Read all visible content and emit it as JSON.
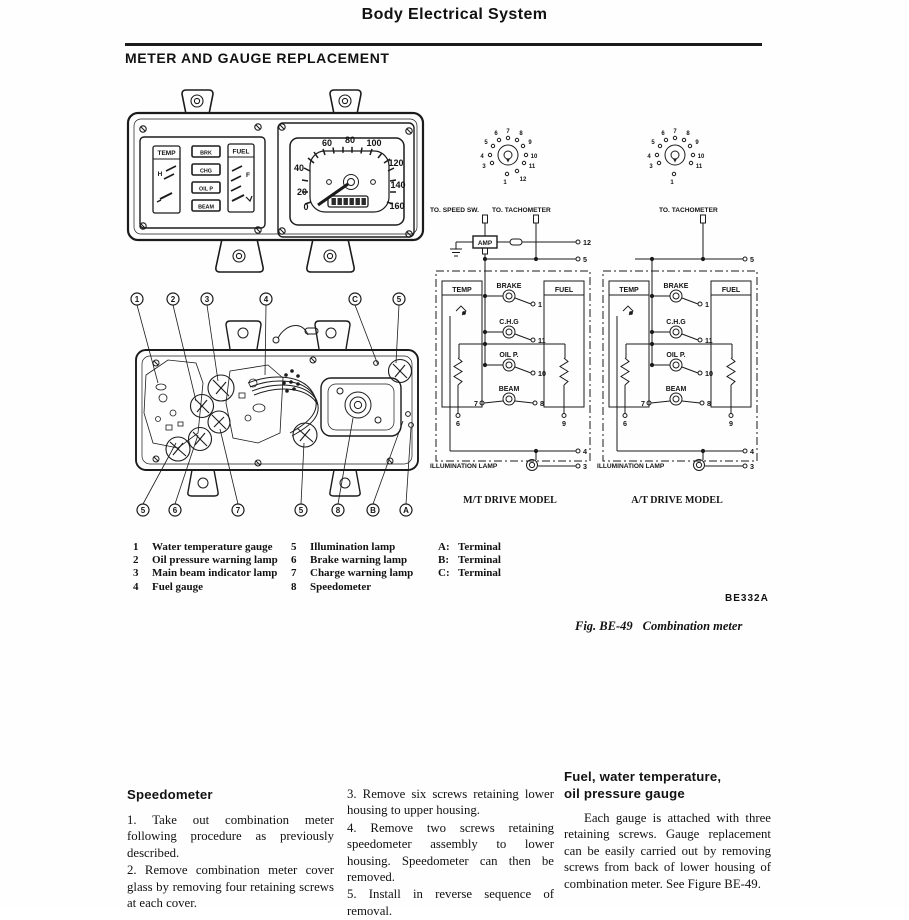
{
  "page": {
    "header_title": "Body Electrical System",
    "section_title": "METER AND GAUGE REPLACEMENT",
    "figure_code": "BE332A",
    "figure_caption_label": "Fig. BE-49",
    "figure_caption_text": "Combination meter"
  },
  "front_view": {
    "temp": "TEMP",
    "temp_h": "H",
    "fuel": "FUEL",
    "fuel_f": "F",
    "warning_lamps": [
      "BRK",
      "CHG",
      "OIL P",
      "BEAM"
    ],
    "speedo_ticks": [
      "0",
      "20",
      "40",
      "60",
      "80",
      "100",
      "120",
      "140",
      "160"
    ]
  },
  "rear_view": {
    "callouts_top": [
      "1",
      "2",
      "3",
      "4",
      "C",
      "5"
    ],
    "callouts_bottom": [
      "5",
      "6",
      "7",
      "5",
      "8",
      "B",
      "A"
    ]
  },
  "wiring": {
    "mt": {
      "caption": "M/T DRIVE MODEL",
      "to_speed_sw": "TO. SPEED SW.",
      "to_tachometer": "TO. TACHOMETER",
      "amp": "AMP",
      "terminal_speed": "12",
      "terminal_tach": "5",
      "temp": "TEMP",
      "fuel": "FUEL",
      "brake": "BRAKE",
      "chg": "C.H.G",
      "oilp": "OIL P.",
      "beam": "BEAM",
      "t1": "1",
      "t11": "11",
      "t10": "10",
      "t7": "7",
      "t8": "8",
      "t6": "6",
      "t9": "9",
      "illumination": "ILLUMINATION LAMP",
      "t4": "4",
      "t3": "3",
      "pins": {
        "p1": "1",
        "p3": "3",
        "p4": "4",
        "p5": "5",
        "p6": "6",
        "p7": "7",
        "p8": "8",
        "p9": "9",
        "p10": "10",
        "p11": "11",
        "p12": "12"
      }
    },
    "at": {
      "caption": "A/T DRIVE MODEL",
      "to_tachometer": "TO. TACHOMETER",
      "terminal_tach": "5",
      "temp": "TEMP",
      "fuel": "FUEL",
      "brake": "BRAKE",
      "chg": "C.H.G",
      "oilp": "OIL P.",
      "beam": "BEAM",
      "t1": "1",
      "t11": "11",
      "t10": "10",
      "t7": "7",
      "t8": "8",
      "t6": "6",
      "t9": "9",
      "illumination": "ILLUMINATION LAMP",
      "t4": "4",
      "t3": "3",
      "pins": {
        "p1": "1",
        "p3": "3",
        "p4": "4",
        "p5": "5",
        "p6": "6",
        "p7": "7",
        "p8": "8",
        "p9": "9",
        "p10": "10",
        "p11": "11"
      }
    }
  },
  "legend": {
    "col1": [
      {
        "num": "1",
        "label": "Water temperature gauge"
      },
      {
        "num": "2",
        "label": "Oil pressure warning lamp"
      },
      {
        "num": "3",
        "label": "Main beam indicator lamp"
      },
      {
        "num": "4",
        "label": "Fuel gauge"
      }
    ],
    "col2": [
      {
        "num": "5",
        "label": "Illumination lamp"
      },
      {
        "num": "6",
        "label": "Brake warning lamp"
      },
      {
        "num": "7",
        "label": "Charge warning lamp"
      },
      {
        "num": "8",
        "label": "Speedometer"
      }
    ],
    "col3": [
      {
        "num": "A:",
        "label": "Terminal"
      },
      {
        "num": "B:",
        "label": "Terminal"
      },
      {
        "num": "C:",
        "label": "Terminal"
      }
    ]
  },
  "speedometer_section": {
    "heading": "Speedometer",
    "steps_col1": [
      "1.   Take out combination meter following procedure as previously described.",
      "2.   Remove combination meter cover glass by removing four retaining screws at each cover."
    ],
    "steps_col2": [
      "3.   Remove six screws retaining lower housing to upper housing.",
      "4.   Remove two screws retaining speedometer assembly to lower housing. Speedometer can then be removed.",
      "5.   Install in reverse sequence of removal."
    ]
  },
  "gauge_section": {
    "heading_line1": "Fuel, water temperature,",
    "heading_line2": "oil pressure gauge",
    "body": "Each gauge is attached with three retaining screws. Gauge replacement can be easily carried out by removing screws from back of lower housing of combination meter. See Figure BE-49."
  }
}
